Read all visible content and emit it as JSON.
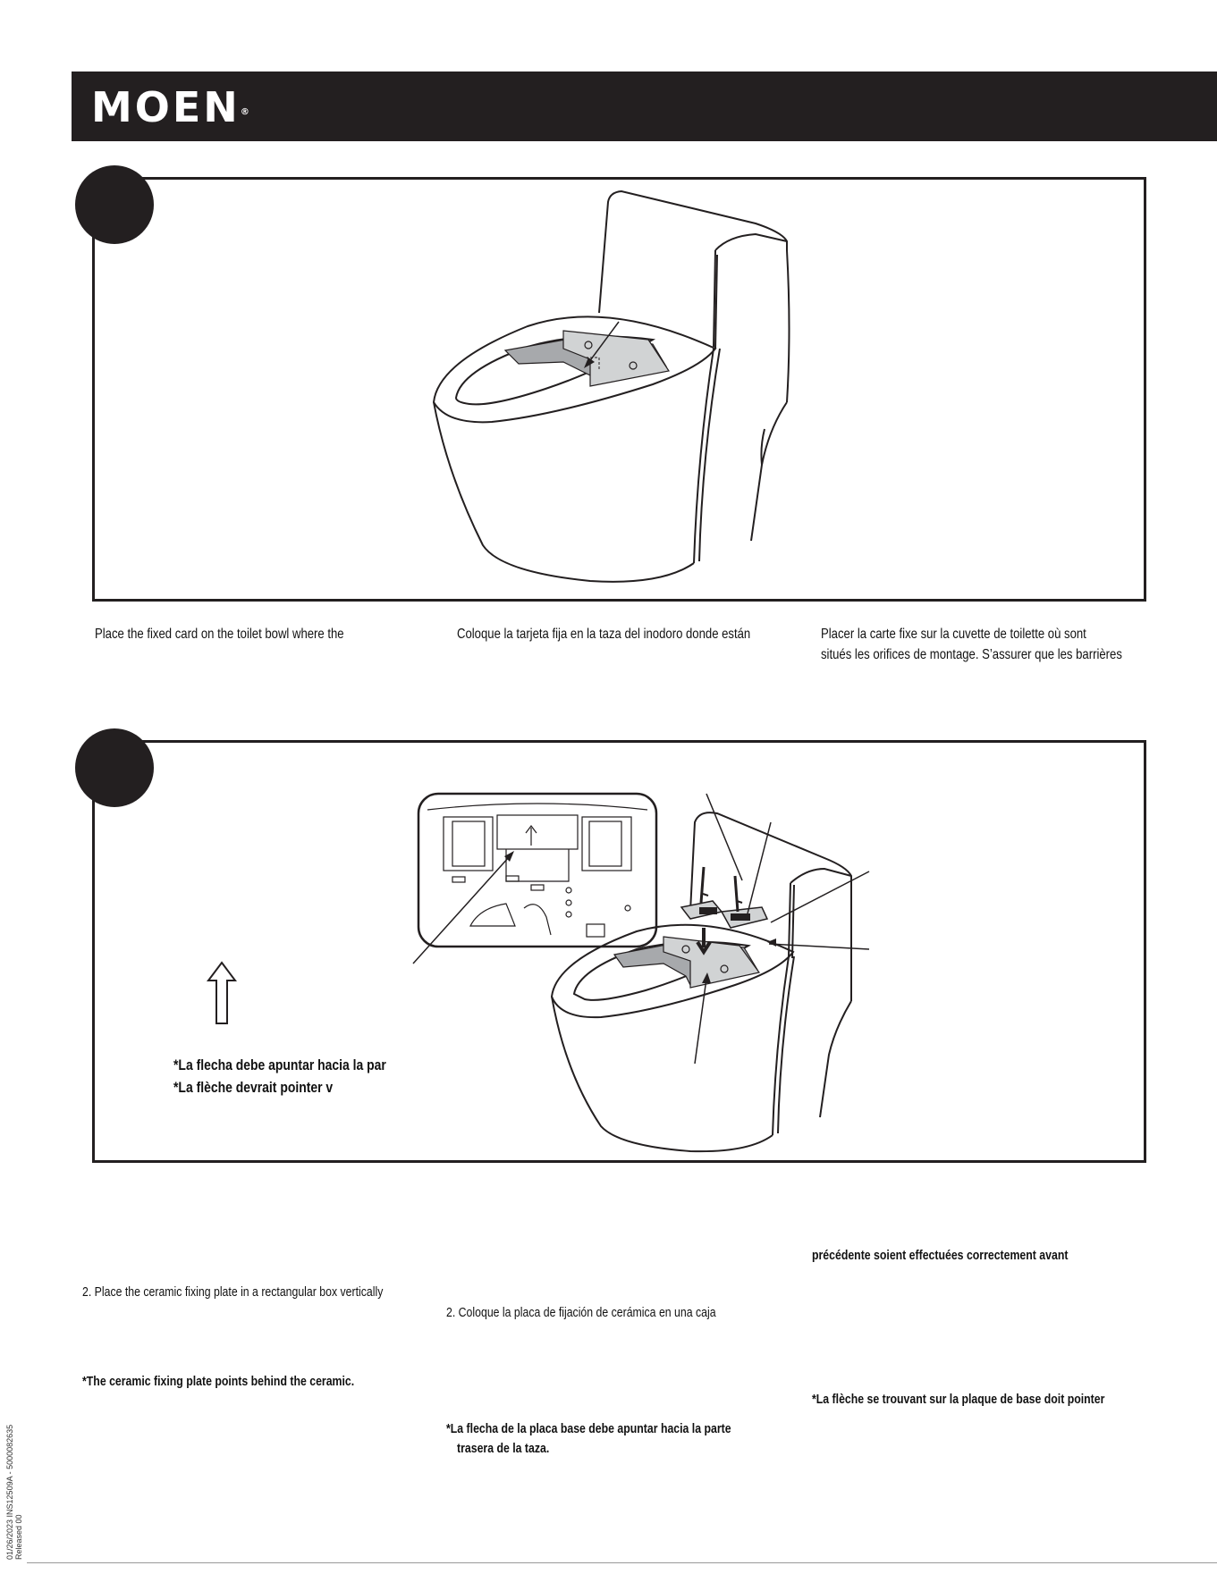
{
  "header": {
    "brand": "MOEN",
    "reg_mark": "®"
  },
  "step1": {
    "en": "Place the fixed card on the toilet bowl where the",
    "es": "Coloque la tarjeta fija en la taza del inodoro donde están",
    "fr_line1": "Placer la carte fixe sur la cuvette de toilette où sont",
    "fr_line2": "situés les orifices de montage. S’assurer que les barrières"
  },
  "step2": {
    "diagram_note_es": "*La flecha debe apuntar hacia la par",
    "diagram_note_fr": "*La flèche devrait pointer v",
    "fr_bold_line": "précédente soient effectuées correctement avant",
    "en_instruction": "2.   Place the ceramic fixing plate in a rectangular box vertically",
    "es_instruction": "2.   Coloque la placa de fijación de cerámica en una caja",
    "en_note": "*The ceramic fixing plate points behind the ceramic.",
    "fr_note": "*La flèche se trouvant sur la plaque de base doit pointer",
    "es_note_line1": "*La flecha de la placa base debe apuntar hacia la parte",
    "es_note_line2": "trasera de la taza."
  },
  "footer": {
    "side_code_line1": "01/26/2023   INS12509A - 5000082635",
    "side_code_line2": "Released 00"
  }
}
